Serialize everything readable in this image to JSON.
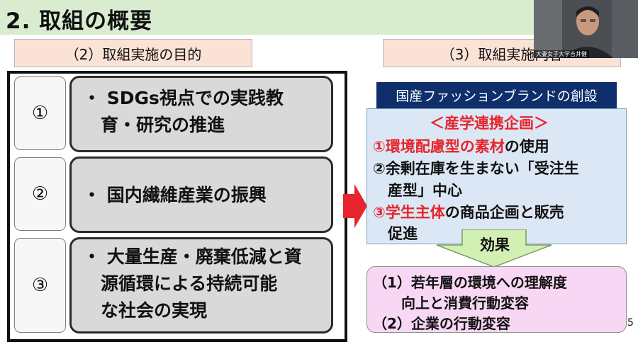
{
  "slide": {
    "title": "2.  取組の概要",
    "page_number": "5"
  },
  "left_section": {
    "header": "（2）取組実施の目的",
    "items": [
      {
        "number": "①",
        "lines": [
          "・ SDGs視点での実践教",
          "　育・研究の推進"
        ]
      },
      {
        "number": "②",
        "lines": [
          "・ 国内繊維産業の振興"
        ]
      },
      {
        "number": "③",
        "lines": [
          "・ 大量生産・廃棄低減と資",
          "　源循環による持続可能",
          "　な社会の実現"
        ]
      }
    ]
  },
  "right_section": {
    "header": "（3）取組実施内容",
    "brand_title": "国産ファッションブランドの創設",
    "plan_heading": "＜産学連携企画＞",
    "plan_items": [
      {
        "red": "①環境配慮型の素材",
        "black": "の使用"
      },
      {
        "red": "",
        "black": "②余剰在庫を生まない「受注生"
      },
      {
        "red": "",
        "black": "　産型」中心"
      },
      {
        "red": "③学生主体",
        "black": "の商品企画と販売"
      },
      {
        "red": "",
        "black": "　促進"
      }
    ],
    "effect_label": "効果",
    "effects": [
      "（1）若年層の環境への理解度",
      "　　向上と消費行動変容",
      "（2）企業の行動変容"
    ]
  },
  "video": {
    "participant_label": "大妻女子大学吉井健"
  },
  "colors": {
    "title_bg": "#d9ecd0",
    "header_bg": "#fbe2d6",
    "goal_box_bg": "#d9d9d9",
    "brand_title_bg": "#0e2f6b",
    "plan_box_bg": "#dbe7f4",
    "effect_box_bg": "#f7d7f4",
    "accent_red": "#e8242c",
    "effect_arrow": "#d2f0b4"
  }
}
